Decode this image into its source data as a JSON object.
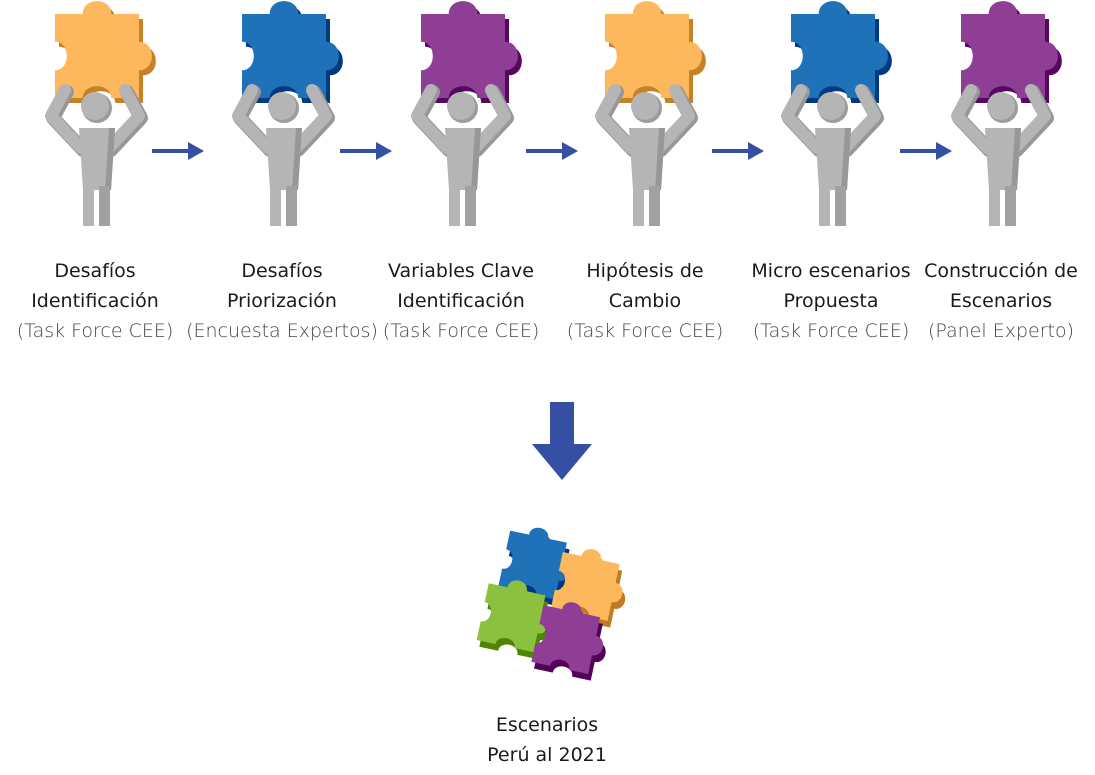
{
  "colors": {
    "orange": "#fdb85e",
    "blue": "#1f72b8",
    "purple": "#8e3f95",
    "green": "#8cc13f",
    "figure": "#b5b5b5",
    "arrow": "#3550a3"
  },
  "steps": [
    {
      "line1": "Desafíos",
      "line2": "Identificación",
      "sub": "(Task Force CEE)",
      "piece_color": "orange"
    },
    {
      "line1": "Desafíos",
      "line2": "Priorización",
      "sub": "(Encuesta Expertos)",
      "piece_color": "blue"
    },
    {
      "line1": "Variables Clave",
      "line2": "Identificación",
      "sub": "(Task Force CEE)",
      "piece_color": "purple"
    },
    {
      "line1": "Hipótesis de",
      "line2": "Cambio",
      "sub": "(Task Force CEE)",
      "piece_color": "orange"
    },
    {
      "line1": "Micro escenarios",
      "line2": "Propuesta",
      "sub": "(Task Force CEE)",
      "piece_color": "blue"
    },
    {
      "line1": "Construcción de",
      "line2": "Escenarios",
      "sub": "(Panel Experto)",
      "piece_color": "purple"
    }
  ],
  "result": {
    "line1": "Escenarios",
    "line2": "Perú al 2021"
  },
  "icons": {
    "person": "person-holding-puzzle-icon",
    "arrow": "arrow-right-icon",
    "arrow_down": "arrow-down-icon",
    "puzzle": "puzzle-assembled-icon"
  }
}
